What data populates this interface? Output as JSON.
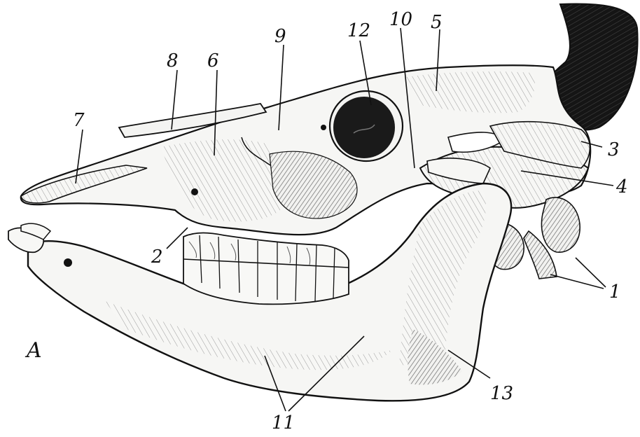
{
  "figure": {
    "panel_letter": "A",
    "labels": [
      "1",
      "2",
      "3",
      "4",
      "5",
      "6",
      "7",
      "8",
      "9",
      "10",
      "11",
      "12",
      "13"
    ],
    "colors": {
      "ink": "#111111",
      "bone": "#f4f4f2",
      "shade": "#9a9a9a",
      "horn": "#161616"
    }
  }
}
